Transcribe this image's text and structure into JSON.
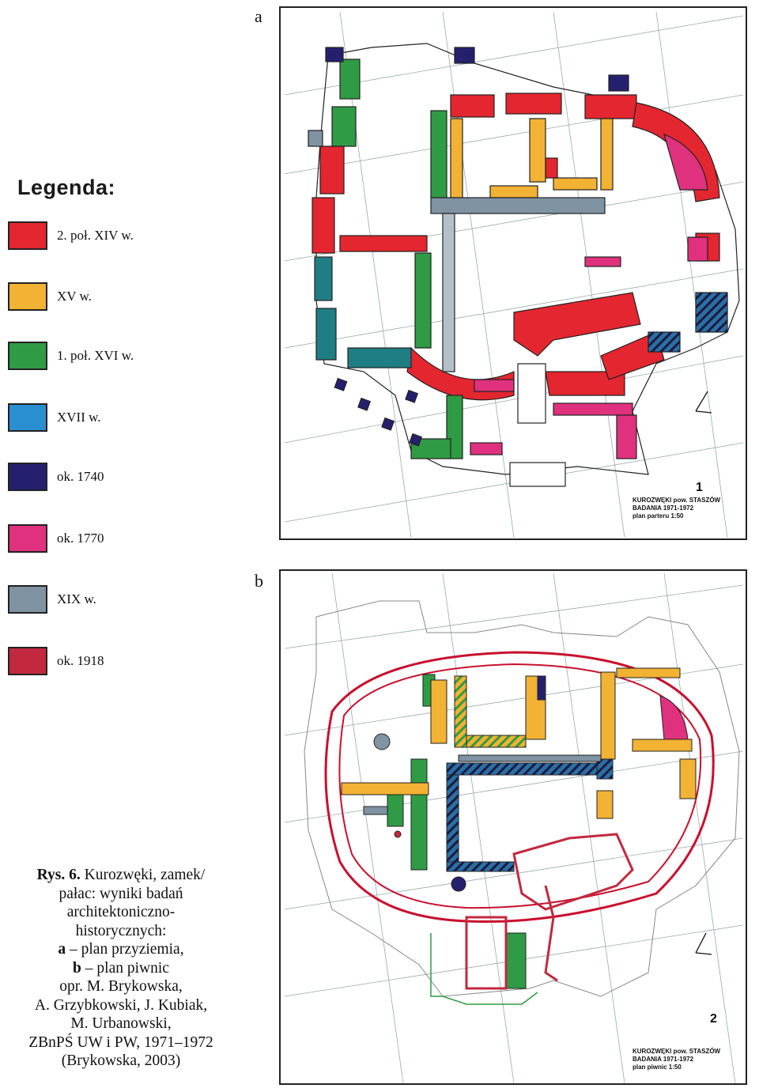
{
  "legend": {
    "title": "Legenda:",
    "items": [
      {
        "label": "2. poł. XIV w.",
        "color": "#e3262f"
      },
      {
        "label": "XV w.",
        "color": "#f2b233"
      },
      {
        "label": "1. poł. XVI w.",
        "color": "#2f9b44"
      },
      {
        "label": "XVII w.",
        "color": "#2a8fd1"
      },
      {
        "label": "ok. 1740",
        "color": "#25206e"
      },
      {
        "label": "ok. 1770",
        "color": "#e0317e"
      },
      {
        "label": "XIX w.",
        "color": "#7f93a3"
      },
      {
        "label": "ok. 1918",
        "color": "#c2293f"
      }
    ]
  },
  "plan_a": {
    "letter": "a",
    "stamp_title": "KUROZWĘKI pow. STASZÓW",
    "stamp_research": "BADANIA 1971-1972",
    "stamp_plan": "plan parteru 1:50",
    "sheet_number": "1"
  },
  "plan_b": {
    "letter": "b",
    "stamp_title": "KUROZWĘKI pow. STASZÓW",
    "stamp_research": "BADANIA 1971-1972",
    "stamp_plan": "plan piwnic 1:50",
    "sheet_number": "2"
  },
  "caption": {
    "line1_bold": "Rys. 6.",
    "line1_rest": " Kurozwęki, zamek/",
    "line2": "pałac: wyniki badań",
    "line3": "architektoniczno-",
    "line4": "historycznych:",
    "line5_bold": "a",
    "line5_rest": " – plan przyziemia,",
    "line6_bold": "b",
    "line6_rest": " – plan piwnic",
    "line7": "opr. M. Brykowska,",
    "line8": "A. Grzybkowski, J. Kubiak,",
    "line9": "M. Urbanowski,",
    "line10": "ZBnPŚ UW i PW, 1971–1972",
    "line11": "(Brykowska, 2003)"
  },
  "colors": {
    "red": "#e3262f",
    "orange": "#f2b233",
    "green": "#2f9b44",
    "blue": "#2a8fd1",
    "navy": "#25206e",
    "pink": "#e0317e",
    "grey": "#7f93a3",
    "darkred": "#c2293f"
  }
}
